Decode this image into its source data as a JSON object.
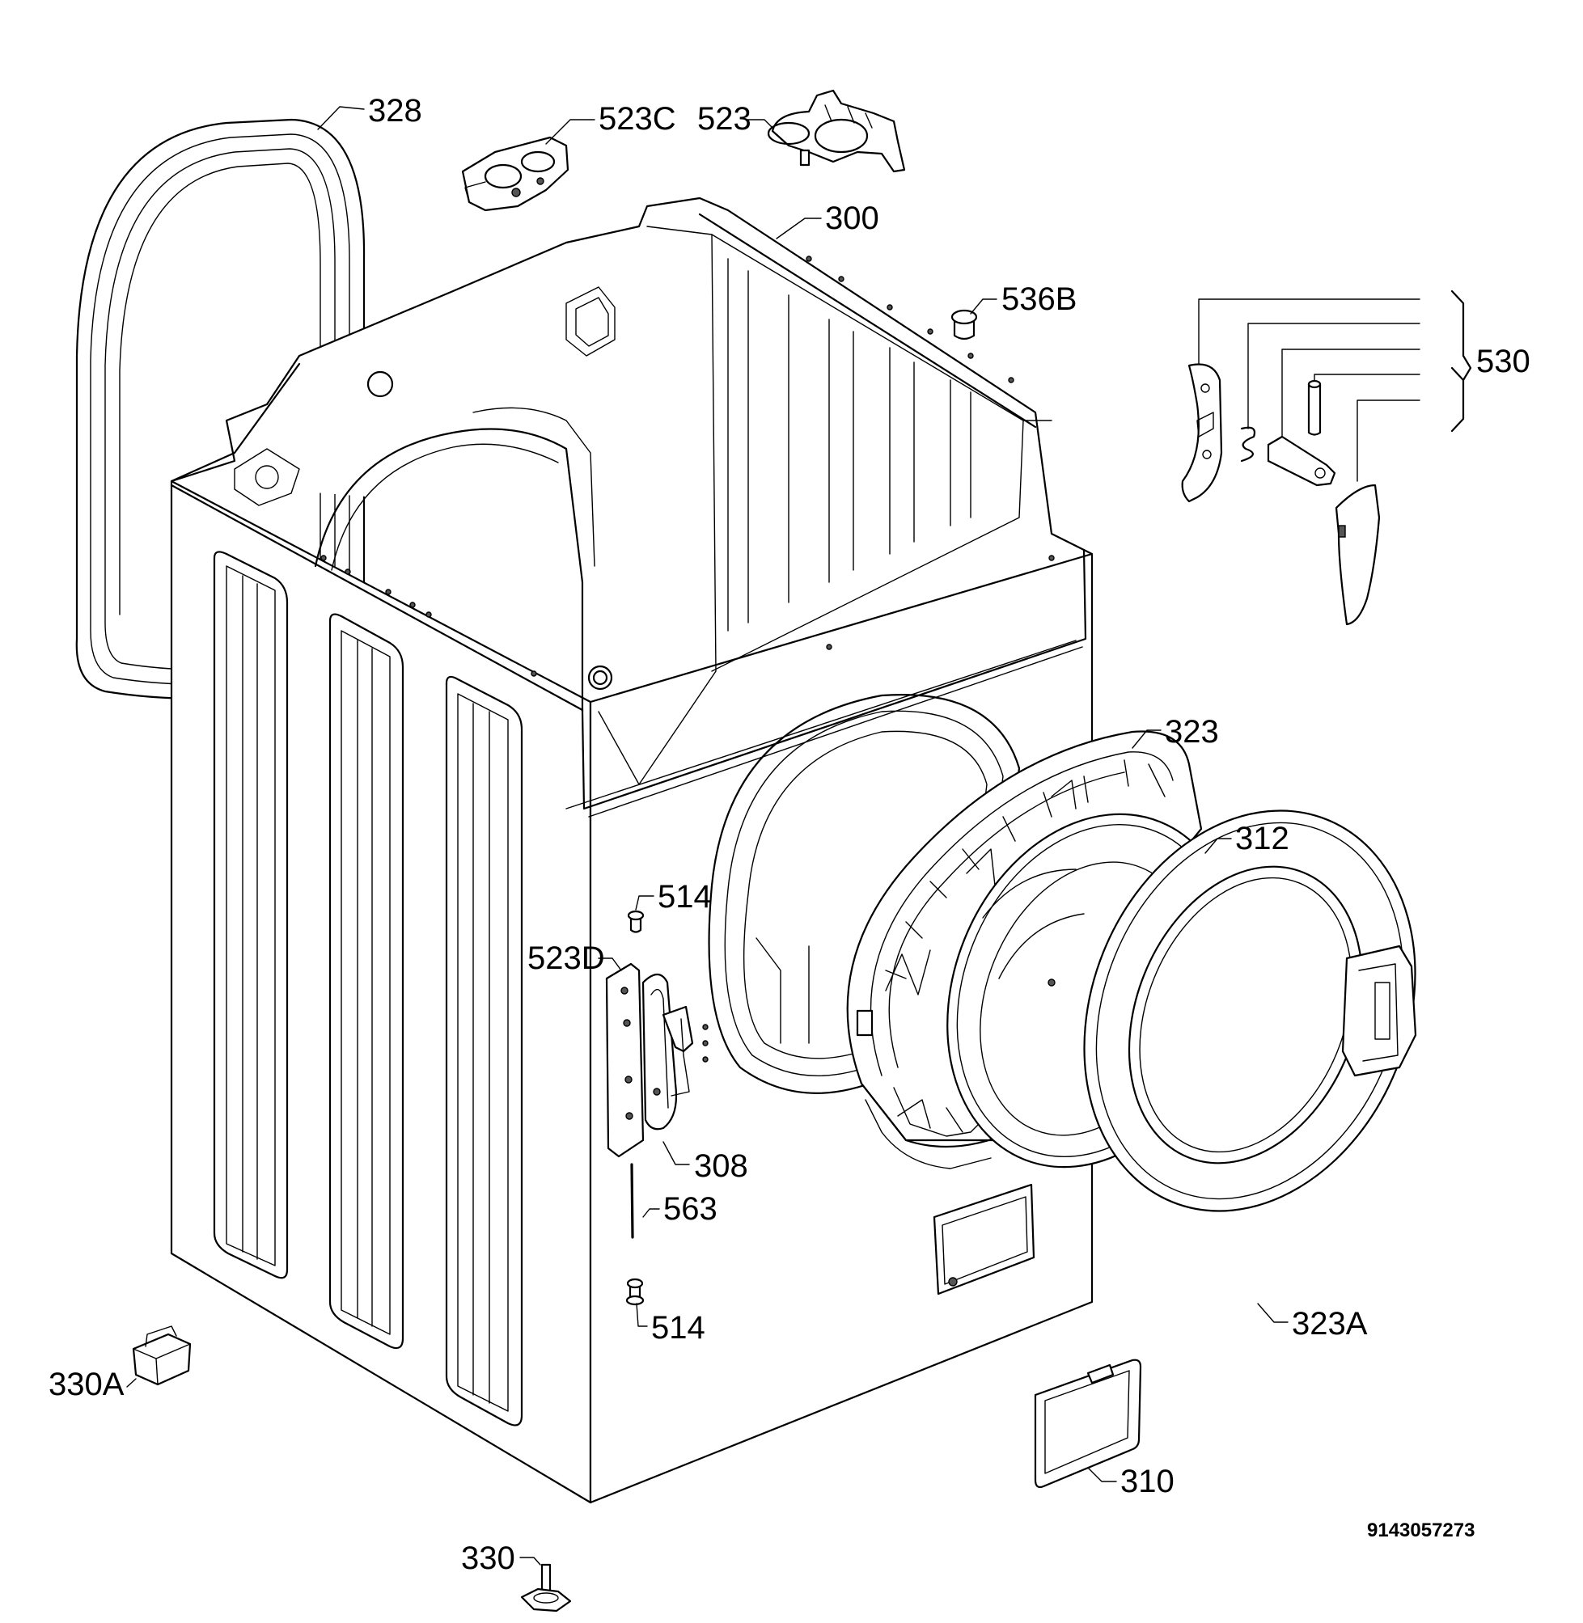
{
  "diagram": {
    "part_labels": {
      "p328": "328",
      "p523C": "523C",
      "p523": "523",
      "p300": "300",
      "p536B": "536B",
      "p530": "530",
      "p323": "323",
      "p312": "312",
      "p514a": "514",
      "p523D": "523D",
      "p308": "308",
      "p563": "563",
      "p514b": "514",
      "p323A": "323A",
      "p330A": "330A",
      "p310": "310",
      "p330": "330"
    },
    "drawing_code": "9143057273"
  }
}
